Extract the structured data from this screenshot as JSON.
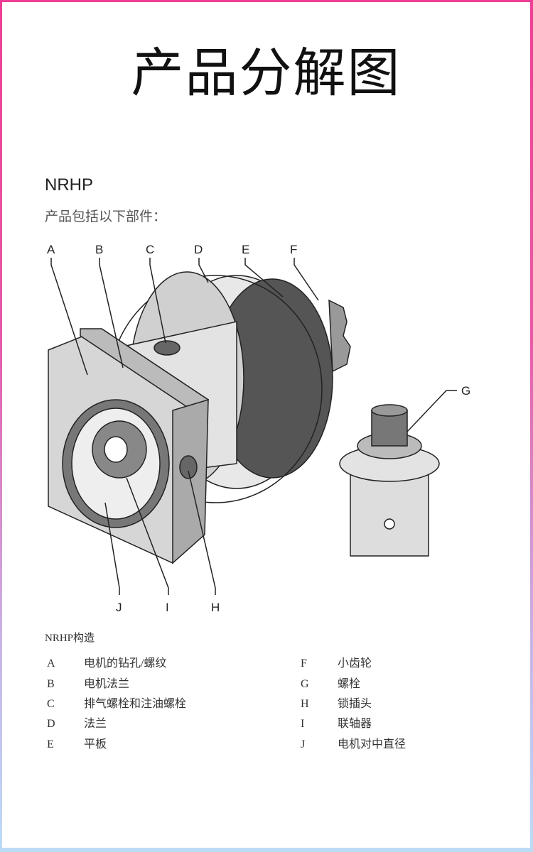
{
  "title": "产品分解图",
  "model": "NRHP",
  "subtitle": "产品包括以下部件：",
  "diagram_labels": [
    "A",
    "B",
    "C",
    "D",
    "E",
    "F",
    "G",
    "H",
    "I",
    "J"
  ],
  "caption": "NRHP构造",
  "legend_left": [
    {
      "key": "A",
      "text": "电机的钻孔/螺纹"
    },
    {
      "key": "B",
      "text": "电机法兰"
    },
    {
      "key": "C",
      "text": "排气螺栓和注油螺栓"
    },
    {
      "key": "D",
      "text": "法兰"
    },
    {
      "key": "E",
      "text": "平板"
    }
  ],
  "legend_right": [
    {
      "key": "F",
      "text": "小齿轮"
    },
    {
      "key": "G",
      "text": "螺栓"
    },
    {
      "key": "H",
      "text": "锁插头"
    },
    {
      "key": "I",
      "text": "联轴器"
    },
    {
      "key": "J",
      "text": "电机对中直径"
    }
  ]
}
